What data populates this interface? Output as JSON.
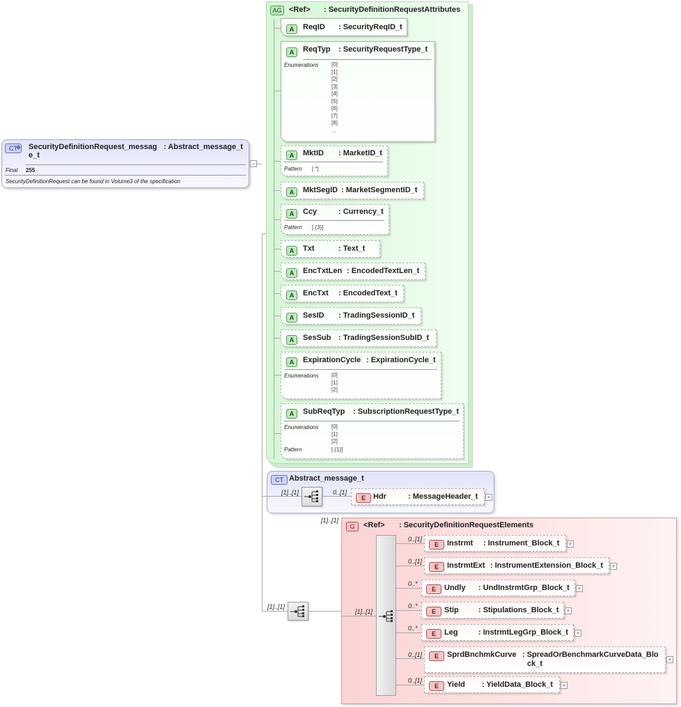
{
  "root": {
    "badge": "CT",
    "name": "SecurityDefinitionRequest_messag e_t",
    "type": ": Abstract_message_t",
    "final_label": "Final",
    "final_value": "255",
    "doc": "SecurityDefinitionRequest can be found in Volume3 of the specification"
  },
  "attr_group": {
    "badge": "AG",
    "name": "<Ref>",
    "type": ": SecurityDefinitionRequestAttributes"
  },
  "enum_label": "Enumerations",
  "pattern_label": "Pattern",
  "attributes": [
    {
      "badge": "A",
      "name": "ReqID",
      "type": ": SecurityReqID_t"
    },
    {
      "badge": "A",
      "name": "ReqTyp",
      "type": ": SecurityRequestType_t",
      "enums": [
        "[0]",
        "[1]",
        "[2]",
        "[3]",
        "[4]",
        "[5]",
        "[6]",
        "[7]",
        "[8]",
        "..."
      ]
    },
    {
      "badge": "A",
      "name": "MktID",
      "type": ": MarketID_t",
      "pattern": "[.*]"
    },
    {
      "badge": "A",
      "name": "MktSegID",
      "type": ": MarketSegmentID_t"
    },
    {
      "badge": "A",
      "name": "Ccy",
      "type": ": Currency_t",
      "pattern": "[.{3}]"
    },
    {
      "badge": "A",
      "name": "Txt",
      "type": ": Text_t"
    },
    {
      "badge": "A",
      "name": "EncTxtLen",
      "type": ": EncodedTextLen_t"
    },
    {
      "badge": "A",
      "name": "EncTxt",
      "type": ": EncodedText_t"
    },
    {
      "badge": "A",
      "name": "SesID",
      "type": ": TradingSessionID_t"
    },
    {
      "badge": "A",
      "name": "SesSub",
      "type": ": TradingSessionSubID_t"
    },
    {
      "badge": "A",
      "name": "ExpirationCycle",
      "type": ": ExpirationCycle_t",
      "enums": [
        "[0]",
        "[1]",
        "[2]"
      ]
    },
    {
      "badge": "A",
      "name": "SubReqTyp",
      "type": ": SubscriptionRequestType_t",
      "enums": [
        "[0]",
        "[1]",
        "[2]"
      ],
      "pattern": "[.{1}]"
    }
  ],
  "abstract": {
    "badge": "CT",
    "name": "Abstract_message_t",
    "seq_card": "[1]..[1]",
    "hdr": {
      "badge": "E",
      "card": "0..[1]",
      "name": "Hdr",
      "type": ": MessageHeader_t"
    }
  },
  "group": {
    "badge": "G",
    "card": "[1]..[1]",
    "name": "<Ref>",
    "type": ": SecurityDefinitionRequestElements",
    "outer_seq_card": "[1]..[1]",
    "inner_seq_card": "[1]..[1]",
    "elements": [
      {
        "badge": "E",
        "card": "0..[1]",
        "name": "Instrmt",
        "type": ": Instrument_Block_t"
      },
      {
        "badge": "E",
        "card": "0..[1]",
        "name": "InstrmtExt",
        "type": ": InstrumentExtension_Block_t"
      },
      {
        "badge": "E",
        "card": "0..*",
        "name": "Undly",
        "type": ": UndInstrmtGrp_Block_t"
      },
      {
        "badge": "E",
        "card": "0..*",
        "name": "Stip",
        "type": ": Stipulations_Block_t"
      },
      {
        "badge": "E",
        "card": "0..*",
        "name": "Leg",
        "type": ": InstrmtLegGrp_Block_t"
      },
      {
        "badge": "E",
        "card": "0..[1]",
        "name": "SprdBnchmkCurve",
        "type": ": SpreadOrBenchmarkCurveData_Blo",
        "type2": "ck_t"
      },
      {
        "badge": "E",
        "card": "0..[1]",
        "name": "Yield",
        "type": ": YieldData_Block_t"
      }
    ]
  },
  "colors": {
    "ct_bg": "#e8eafb",
    "ag_bg": "#e4fbe4",
    "group_bg": "#fde0e0",
    "connector": "#a8a8a8"
  },
  "icons": {
    "collapse": "minus-box-icon",
    "expand": "plus-box-icon",
    "sequence": "sequence-compositor-icon"
  }
}
